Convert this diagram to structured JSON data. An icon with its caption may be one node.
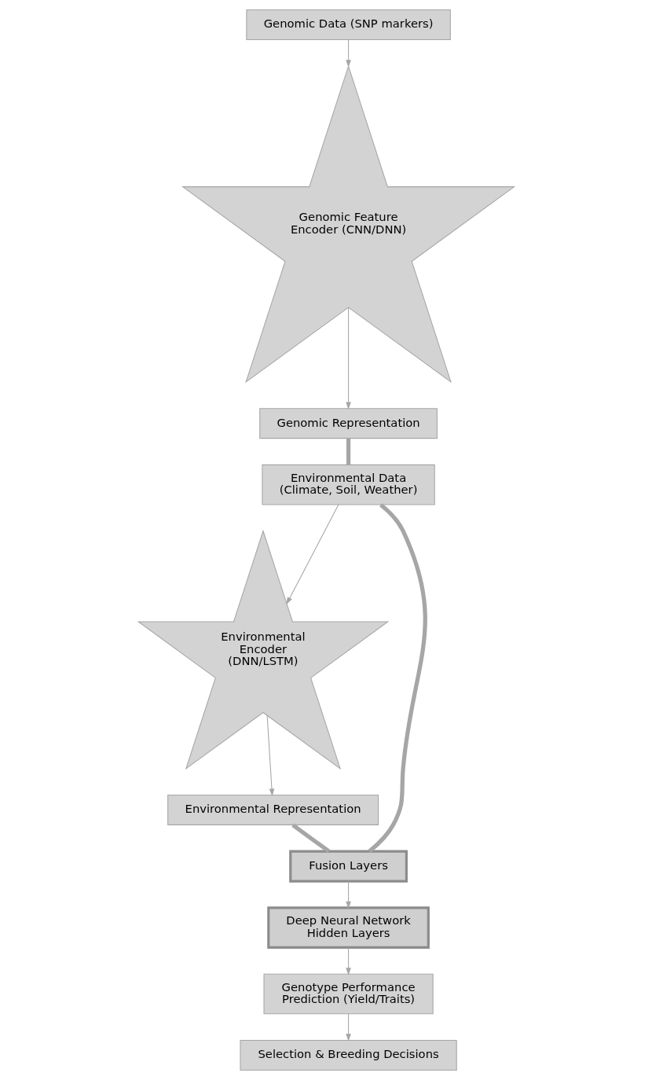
{
  "diagram": {
    "nodes": [
      {
        "text": [
          "Genomic Data (SNP markers)"
        ]
      },
      {
        "text": [
          "Genomic Feature Encoder (CNN/DNN)"
        ]
      },
      {
        "text": [
          "Genomic Representation"
        ]
      },
      {
        "text": [
          "Environmental Data (Climate, Soil, Weather)"
        ]
      },
      {
        "text": [
          "Environmental Encoder (DNN/LSTM)"
        ]
      },
      {
        "text": [
          "Environmental Representation"
        ]
      },
      {
        "text": [
          "Fusion Layers"
        ]
      },
      {
        "text": [
          "Deep Neural Network Hidden Layers"
        ]
      },
      {
        "text": [
          "Genotype Performance Prediction (Yield/Traits)"
        ]
      },
      {
        "text": [
          "Selection & Breeding Decisions"
        ]
      }
    ],
    "edges": [
      {
        "from": 0,
        "to": 1,
        "arrow": "to"
      },
      {
        "from": 1,
        "to": 2,
        "arrow": "to"
      },
      {
        "from": 2,
        "to": 3,
        "arrow": "none",
        "style": "thick"
      },
      {
        "from": 3,
        "to": 4,
        "arrow": "to"
      },
      {
        "from": 3,
        "to": 6,
        "arrow": "none",
        "style": "thick"
      },
      {
        "from": 4,
        "to": 5,
        "arrow": "to"
      },
      {
        "from": 5,
        "to": 6,
        "arrow": "none",
        "style": "thick"
      },
      {
        "from": 6,
        "to": 7,
        "arrow": "to"
      },
      {
        "from": 7,
        "to": 8,
        "arrow": "to"
      },
      {
        "from": 8,
        "to": 9,
        "arrow": "to"
      }
    ]
  }
}
